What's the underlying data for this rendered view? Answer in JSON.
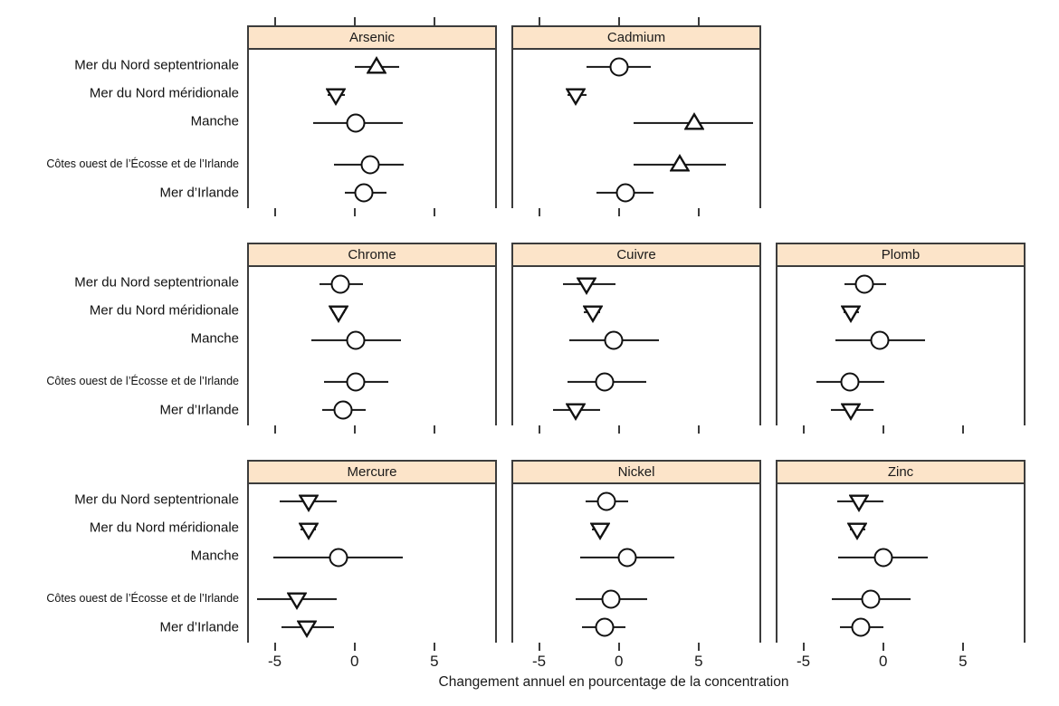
{
  "chart_data": {
    "type": "scatter",
    "subtype": "trellis-forest-dotplot",
    "title": "",
    "xlabel": "Changement annuel en pourcentage de la concentration",
    "ylabel": "",
    "x_axis": {
      "ticks": [
        -5,
        0,
        5
      ],
      "tick_labels": [
        "-5",
        "0",
        "5"
      ],
      "range": [
        -6.62,
        8.81
      ]
    },
    "grid": "off",
    "legend": "none",
    "categories": [
      "Mer du Nord septentrionale",
      "Mer du Nord méridionale",
      "Manche",
      "Côtes ouest de l’Écosse et de l’Irlande",
      "Mer d’Irlande"
    ],
    "marker_types": [
      "circle",
      "triangle-up",
      "triangle-down"
    ],
    "colors": {
      "header_fill": "#fce4c9",
      "border": "#3c3c3c",
      "marker": "#111111"
    },
    "panels": [
      {
        "name": "Arsenic",
        "grid": {
          "row": 0,
          "col": 0
        },
        "points": [
          {
            "marker": "triangle-up",
            "value": 1.4,
            "ci": [
              0.0,
              2.8
            ]
          },
          {
            "marker": "triangle-down",
            "value": -1.2,
            "ci": [
              -1.7,
              -0.6
            ]
          },
          {
            "marker": "circle",
            "value": 0.1,
            "ci": [
              -2.6,
              3.0
            ]
          },
          {
            "marker": "circle",
            "value": 1.0,
            "ci": [
              -1.3,
              3.1
            ]
          },
          {
            "marker": "circle",
            "value": 0.6,
            "ci": [
              -0.6,
              2.0
            ]
          }
        ]
      },
      {
        "name": "Cadmium",
        "grid": {
          "row": 0,
          "col": 1
        },
        "points": [
          {
            "marker": "circle",
            "value": 0.0,
            "ci": [
              -2.0,
              2.0
            ]
          },
          {
            "marker": "triangle-down",
            "value": -2.7,
            "ci": [
              -3.2,
              -2.0
            ]
          },
          {
            "marker": "triangle-up",
            "value": 4.7,
            "ci": [
              0.9,
              8.4
            ]
          },
          {
            "marker": "triangle-up",
            "value": 3.8,
            "ci": [
              0.9,
              6.7
            ]
          },
          {
            "marker": "circle",
            "value": 0.4,
            "ci": [
              -1.4,
              2.2
            ]
          }
        ]
      },
      {
        "name": "Chrome",
        "grid": {
          "row": 1,
          "col": 0
        },
        "points": [
          {
            "marker": "circle",
            "value": -0.9,
            "ci": [
              -2.2,
              0.5
            ]
          },
          {
            "marker": "triangle-down",
            "value": -1.0,
            "ci": [
              -1.4,
              -0.6
            ]
          },
          {
            "marker": "circle",
            "value": 0.1,
            "ci": [
              -2.7,
              2.9
            ]
          },
          {
            "marker": "circle",
            "value": 0.1,
            "ci": [
              -1.9,
              2.1
            ]
          },
          {
            "marker": "circle",
            "value": -0.7,
            "ci": [
              -2.0,
              0.7
            ]
          }
        ]
      },
      {
        "name": "Cuivre",
        "grid": {
          "row": 1,
          "col": 1
        },
        "points": [
          {
            "marker": "triangle-down",
            "value": -2.0,
            "ci": [
              -3.5,
              -0.2
            ]
          },
          {
            "marker": "triangle-down",
            "value": -1.6,
            "ci": [
              -2.2,
              -1.2
            ]
          },
          {
            "marker": "circle",
            "value": -0.3,
            "ci": [
              -3.1,
              2.5
            ]
          },
          {
            "marker": "circle",
            "value": -0.9,
            "ci": [
              -3.2,
              1.7
            ]
          },
          {
            "marker": "triangle-down",
            "value": -2.7,
            "ci": [
              -4.1,
              -1.2
            ]
          }
        ]
      },
      {
        "name": "Plomb",
        "grid": {
          "row": 1,
          "col": 2
        },
        "points": [
          {
            "marker": "circle",
            "value": -1.2,
            "ci": [
              -2.4,
              0.2
            ]
          },
          {
            "marker": "triangle-down",
            "value": -2.0,
            "ci": [
              -2.5,
              -1.5
            ]
          },
          {
            "marker": "circle",
            "value": -0.2,
            "ci": [
              -3.0,
              2.6
            ]
          },
          {
            "marker": "circle",
            "value": -2.1,
            "ci": [
              -4.2,
              0.1
            ]
          },
          {
            "marker": "triangle-down",
            "value": -2.0,
            "ci": [
              -3.3,
              -0.6
            ]
          }
        ]
      },
      {
        "name": "Mercure",
        "grid": {
          "row": 2,
          "col": 0
        },
        "points": [
          {
            "marker": "triangle-down",
            "value": -2.9,
            "ci": [
              -4.7,
              -1.1
            ]
          },
          {
            "marker": "triangle-down",
            "value": -2.9,
            "ci": [
              -3.4,
              -2.4
            ]
          },
          {
            "marker": "circle",
            "value": -1.0,
            "ci": [
              -5.1,
              3.0
            ]
          },
          {
            "marker": "triangle-down",
            "value": -3.6,
            "ci": [
              -6.1,
              -1.1
            ]
          },
          {
            "marker": "triangle-down",
            "value": -3.0,
            "ci": [
              -4.6,
              -1.3
            ]
          }
        ]
      },
      {
        "name": "Nickel",
        "grid": {
          "row": 2,
          "col": 1
        },
        "points": [
          {
            "marker": "circle",
            "value": -0.8,
            "ci": [
              -2.1,
              0.6
            ]
          },
          {
            "marker": "triangle-down",
            "value": -1.2,
            "ci": [
              -1.7,
              -0.8
            ]
          },
          {
            "marker": "circle",
            "value": 0.5,
            "ci": [
              -2.4,
              3.5
            ]
          },
          {
            "marker": "circle",
            "value": -0.5,
            "ci": [
              -2.7,
              1.8
            ]
          },
          {
            "marker": "circle",
            "value": -0.9,
            "ci": [
              -2.3,
              0.4
            ]
          }
        ]
      },
      {
        "name": "Zinc",
        "grid": {
          "row": 2,
          "col": 2
        },
        "points": [
          {
            "marker": "triangle-down",
            "value": -1.5,
            "ci": [
              -2.9,
              0.0
            ]
          },
          {
            "marker": "triangle-down",
            "value": -1.6,
            "ci": [
              -2.1,
              -1.1
            ]
          },
          {
            "marker": "circle",
            "value": 0.0,
            "ci": [
              -2.8,
              2.8
            ]
          },
          {
            "marker": "circle",
            "value": -0.8,
            "ci": [
              -3.2,
              1.7
            ]
          },
          {
            "marker": "circle",
            "value": -1.4,
            "ci": [
              -2.7,
              0.0
            ]
          }
        ]
      }
    ]
  }
}
